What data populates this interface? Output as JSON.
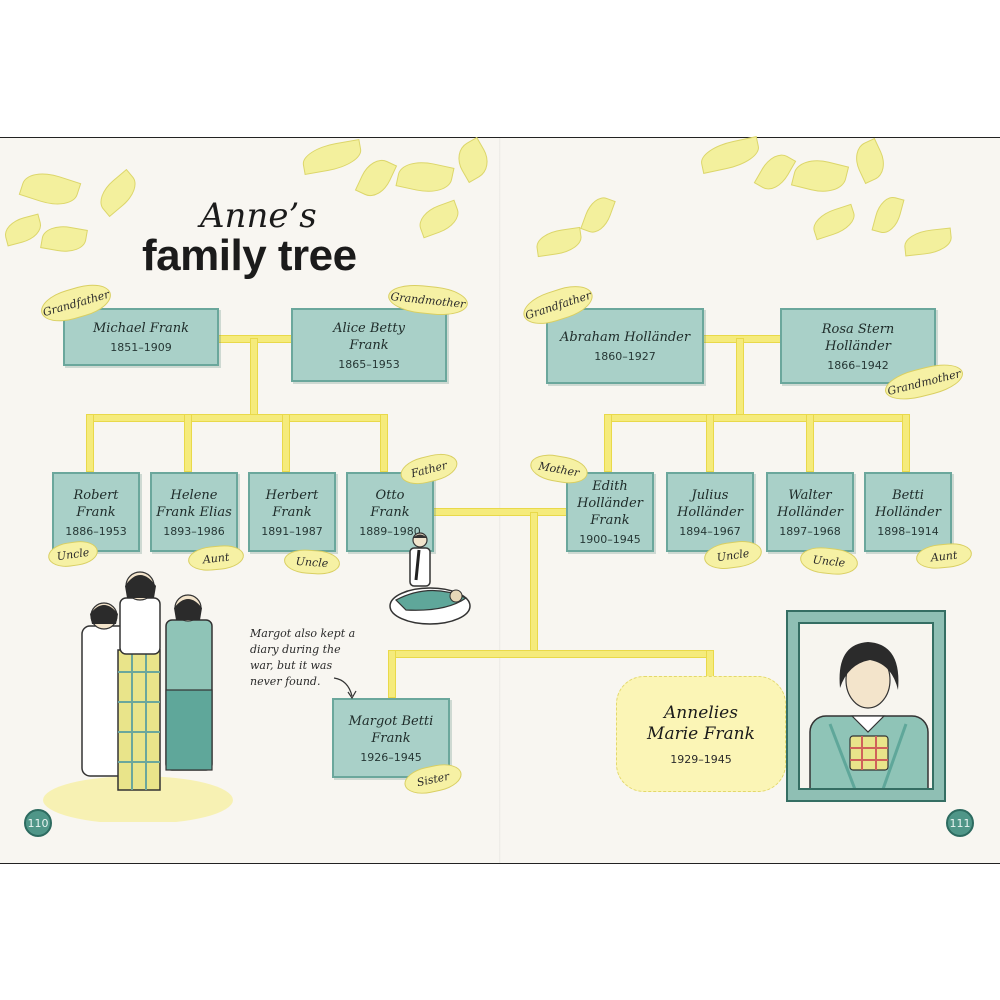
{
  "title": {
    "line1": "Anne’s",
    "line2": "family tree"
  },
  "page_numbers": {
    "left": "110",
    "right": "111"
  },
  "people": {
    "michael": {
      "name": "Michael Frank",
      "years": "1851–1909",
      "relation": "Grandfather"
    },
    "alice": {
      "name": "Alice Betty\nFrank",
      "years": "1865–1953",
      "relation": "Grandmother"
    },
    "abraham": {
      "name": "Abraham Holländer",
      "years": "1860–1927",
      "relation": "Grandfather"
    },
    "rosa": {
      "name": "Rosa Stern\nHolländer",
      "years": "1866–1942",
      "relation": "Grandmother"
    },
    "robert": {
      "name": "Robert\nFrank",
      "years": "1886–1953",
      "relation": "Uncle"
    },
    "helene": {
      "name": "Helene\nFrank Elias",
      "years": "1893–1986",
      "relation": "Aunt"
    },
    "herbert": {
      "name": "Herbert\nFrank",
      "years": "1891–1987",
      "relation": "Uncle"
    },
    "otto": {
      "name": "Otto\nFrank",
      "years": "1889–1980",
      "relation": "Father"
    },
    "edith": {
      "name": "Edith\nHolländer\nFrank",
      "years": "1900–1945",
      "relation": "Mother"
    },
    "julius": {
      "name": "Julius\nHolländer",
      "years": "1894–1967",
      "relation": "Uncle"
    },
    "walter": {
      "name": "Walter\nHolländer",
      "years": "1897–1968",
      "relation": "Uncle"
    },
    "betti": {
      "name": "Betti\nHolländer",
      "years": "1898–1914",
      "relation": "Aunt"
    },
    "margot": {
      "name": "Margot Betti\nFrank",
      "years": "1926–1945",
      "relation": "Sister"
    },
    "anne": {
      "name": "Annelies\nMarie Frank",
      "years": "1929–1945"
    }
  },
  "note": "Margot also kept a diary during the war, but it was never found.",
  "colors": {
    "box_fill": "#a9d0c8",
    "box_border": "#6ba79c",
    "line": "#f5eb7c",
    "leaf": "#f3f09d",
    "page_bg": "#f8f6f1",
    "teal_dark": "#356e63"
  }
}
